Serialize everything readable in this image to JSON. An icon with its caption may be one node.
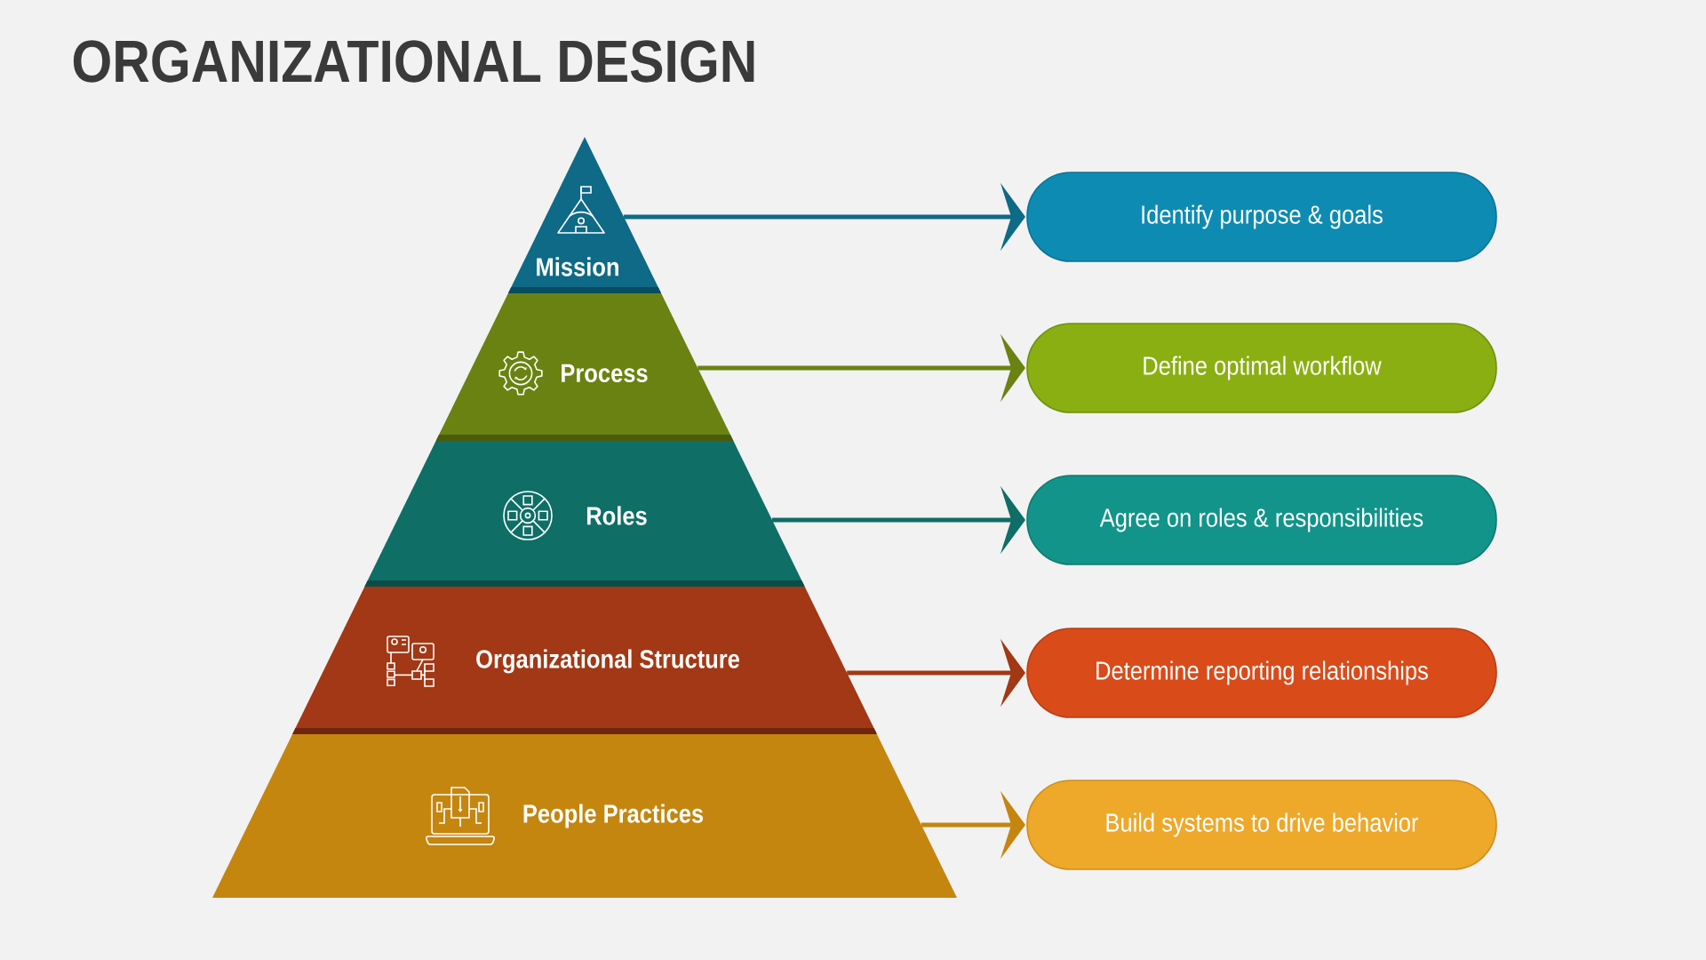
{
  "diagram": {
    "title": "ORGANIZATIONAL DESIGN",
    "nodes": [
      {
        "text": [
          "Mission"
        ]
      },
      {
        "text": [
          "Process"
        ]
      },
      {
        "text": [
          "Roles"
        ]
      },
      {
        "text": [
          "Organizational Structure"
        ]
      },
      {
        "text": [
          "People Practices"
        ]
      },
      {
        "text": [
          "Identify purpose & goals"
        ]
      },
      {
        "text": [
          "Define optimal workflow"
        ]
      },
      {
        "text": [
          "Agree on roles & responsibilities"
        ]
      },
      {
        "text": [
          "Determine reporting relationships"
        ]
      },
      {
        "text": [
          "Build systems to drive behavior"
        ]
      }
    ],
    "edges": [
      {
        "from": 0,
        "to": 5,
        "arrow": "to",
        "color": "#0e6a86"
      },
      {
        "from": 1,
        "to": 6,
        "arrow": "to",
        "color": "#6a8212"
      },
      {
        "from": 2,
        "to": 7,
        "arrow": "to",
        "color": "#0f6e66"
      },
      {
        "from": 3,
        "to": 8,
        "arrow": "to",
        "color": "#a23815"
      },
      {
        "from": 4,
        "to": 9,
        "arrow": "to",
        "color": "#c4860f"
      }
    ]
  }
}
